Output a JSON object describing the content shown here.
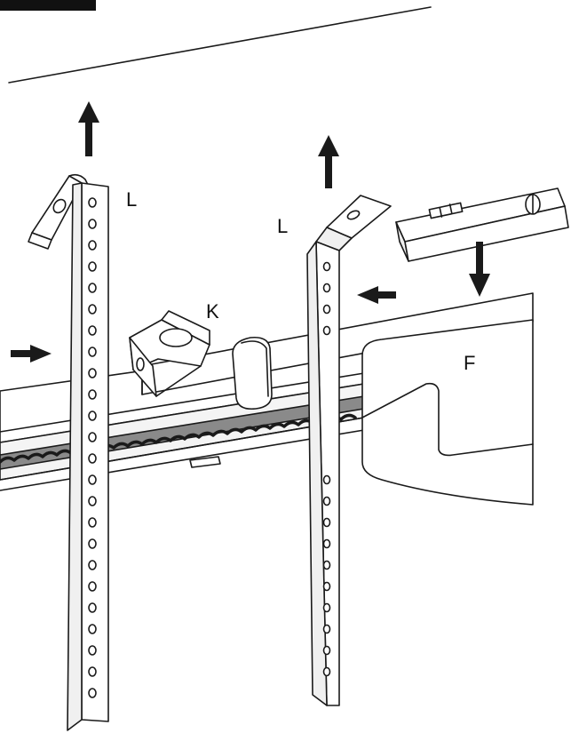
{
  "labels": {
    "l_left": "L",
    "l_right": "L",
    "k": "K",
    "f": "F"
  },
  "colors": {
    "stroke": "#1a1a1a",
    "fill": "#ffffff",
    "chain_fill": "#8a8a8a",
    "black_block": "#111111"
  },
  "icons": [
    "up-arrow-icon",
    "right-arrow-icon",
    "left-arrow-icon",
    "down-arrow-icon",
    "spirit-level-icon"
  ]
}
